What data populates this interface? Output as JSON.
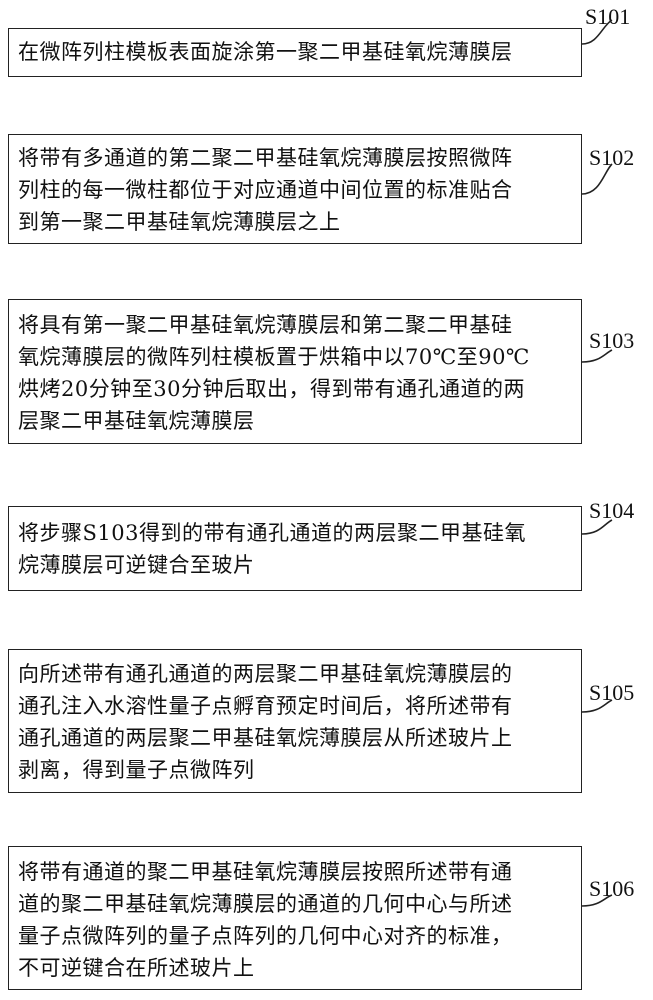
{
  "steps": [
    {
      "id": "S101",
      "text": "在微阵列柱模板表面旋涂第一聚二甲基硅氧烷薄膜层"
    },
    {
      "id": "S102",
      "text": "将带有多通道的第二聚二甲基硅氧烷薄膜层按照微阵\n列柱的每一微柱都位于对应通道中间位置的标准贴合\n到第一聚二甲基硅氧烷薄膜层之上"
    },
    {
      "id": "S103",
      "text": "将具有第一聚二甲基硅氧烷薄膜层和第二聚二甲基硅\n氧烷薄膜层的微阵列柱模板置于烘箱中以70℃至90℃\n烘烤20分钟至30分钟后取出，得到带有通孔通道的两\n层聚二甲基硅氧烷薄膜层"
    },
    {
      "id": "S104",
      "text": "将步骤S103得到的带有通孔通道的两层聚二甲基硅氧\n烷薄膜层可逆键合至玻片"
    },
    {
      "id": "S105",
      "text": "向所述带有通孔通道的两层聚二甲基硅氧烷薄膜层的\n通孔注入水溶性量子点孵育预定时间后，将所述带有\n通孔通道的两层聚二甲基硅氧烷薄膜层从所述玻片上\n剥离，得到量子点微阵列"
    },
    {
      "id": "S106",
      "text": "将带有通道的聚二甲基硅氧烷薄膜层按照所述带有通\n道的聚二甲基硅氧烷薄膜层的通道的几何中心与所述\n量子点微阵列的量子点阵列的几何中心对齐的标准，\n不可逆键合在所述玻片上"
    }
  ]
}
